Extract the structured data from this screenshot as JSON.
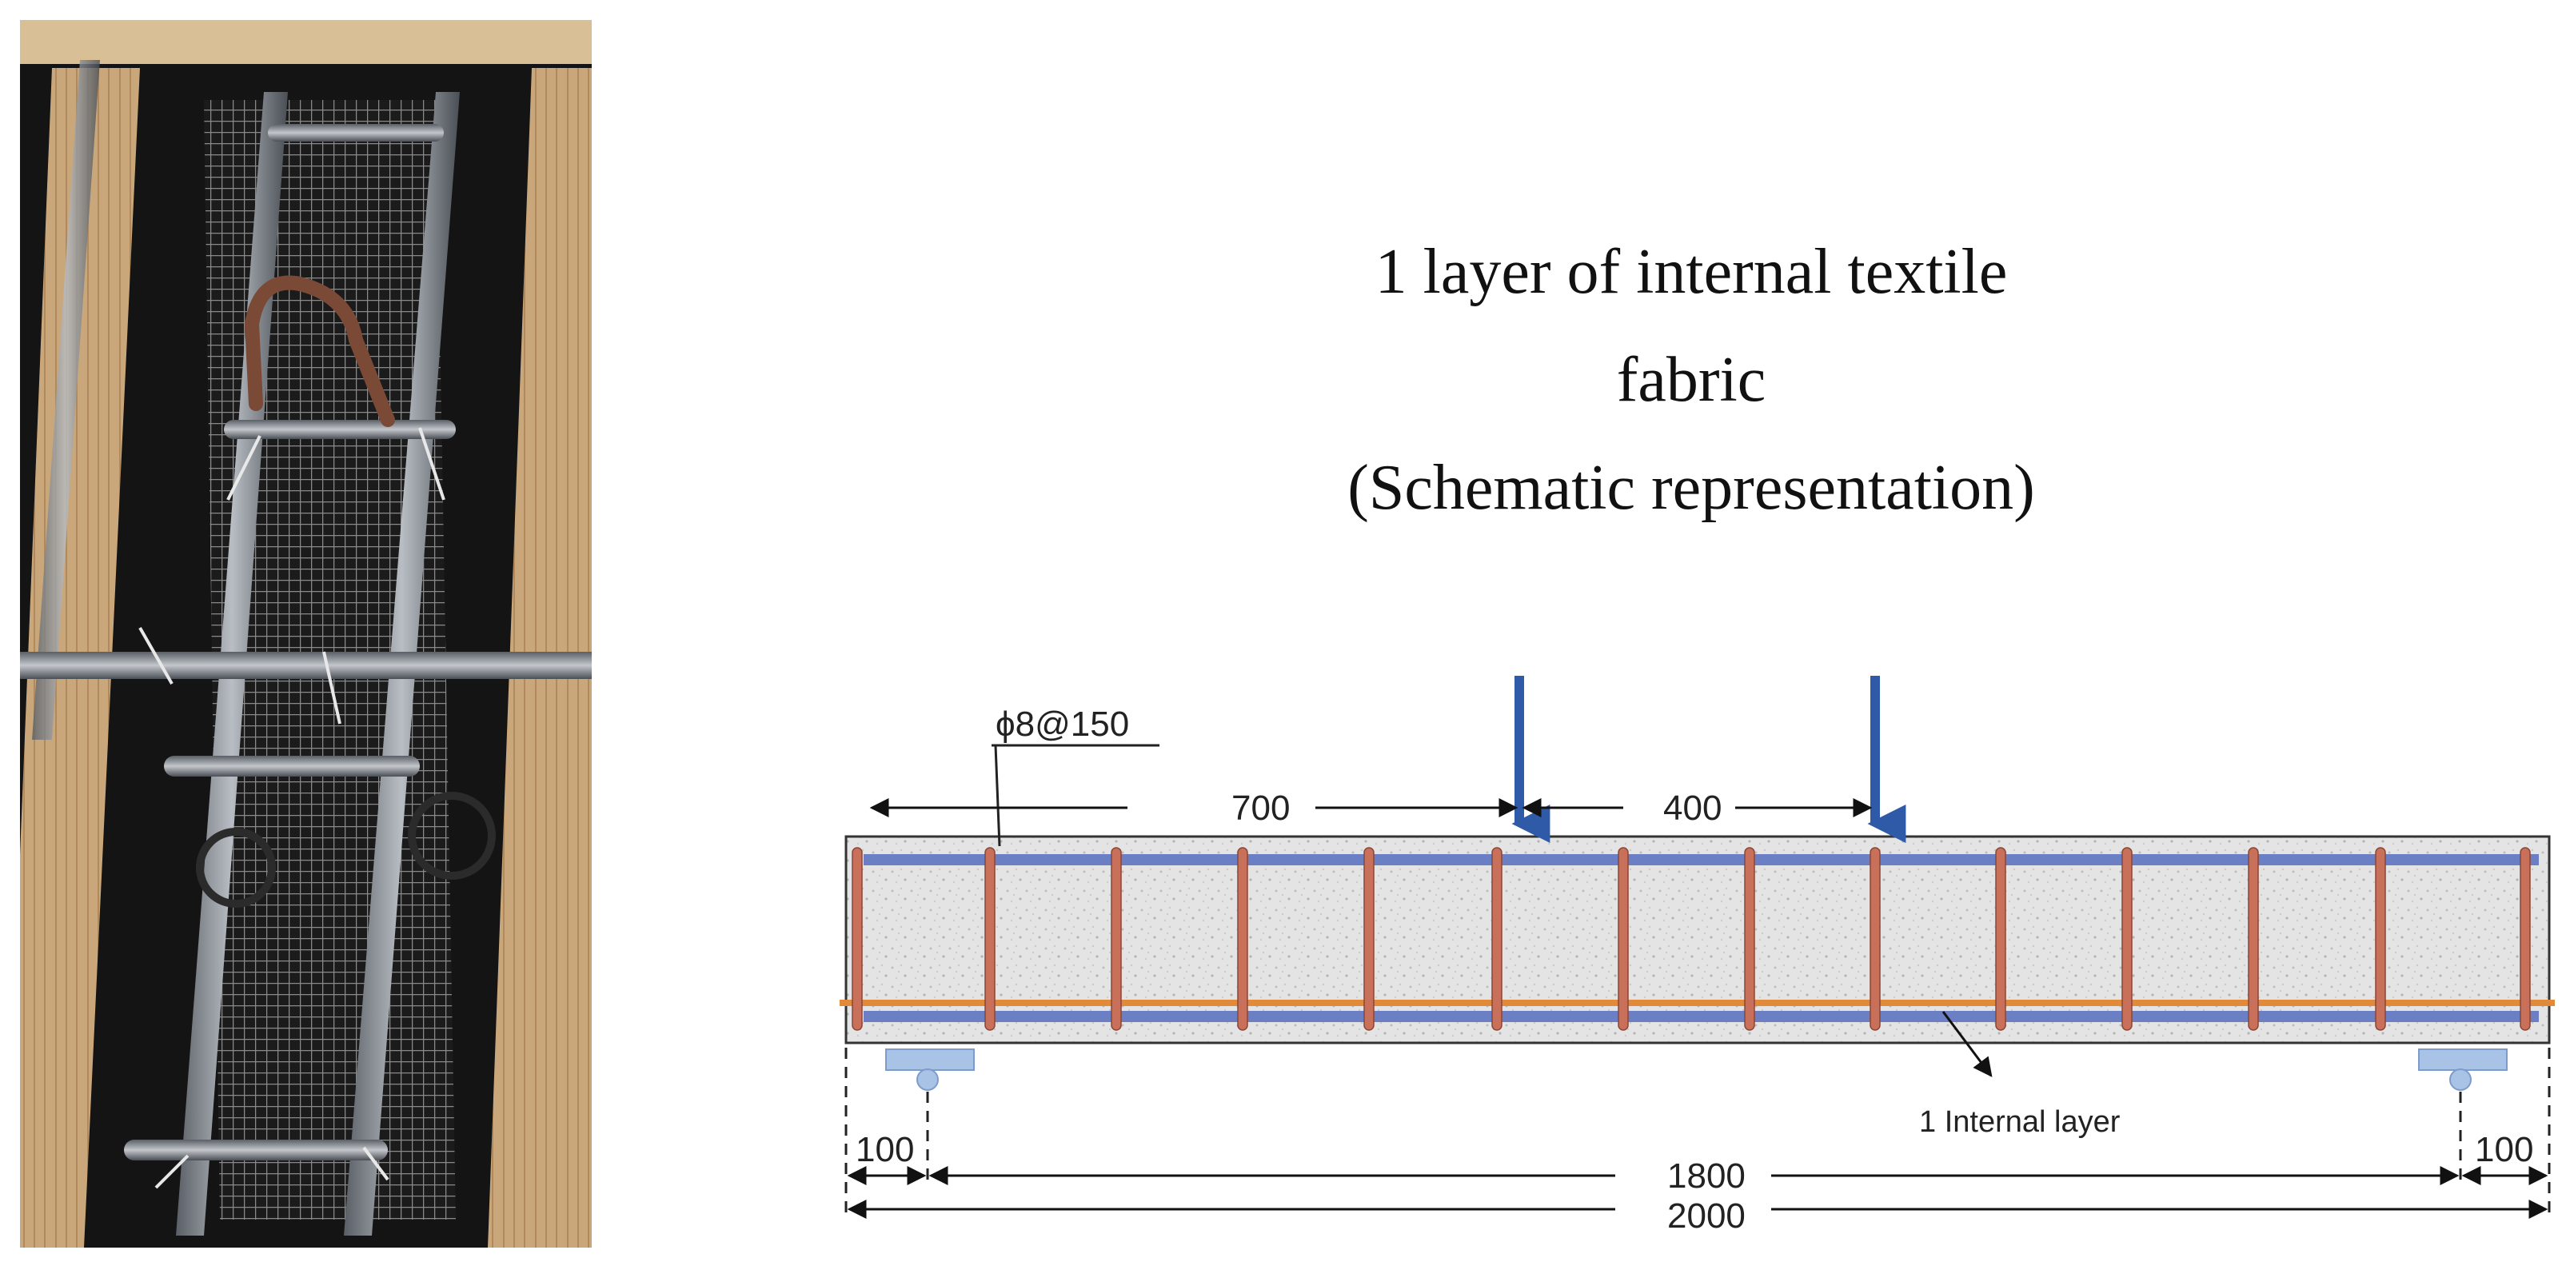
{
  "caption": {
    "line1": "1 layer of internal textile",
    "line2": "fabric",
    "line3": "(Schematic representation)"
  },
  "photo": {
    "icon": "reinforcement-cage-photo-icon"
  },
  "diagram": {
    "stirrup_label": "ϕ8@150",
    "load_spacing_left": "700",
    "load_spacing_mid": "400",
    "internal_layer_label": "1 Internal layer",
    "support_overhang_left": "100",
    "support_overhang_right": "100",
    "span": "1800",
    "total_length": "2000",
    "colors": {
      "load_arrow": "#2e5aa8",
      "longitudinal_bar": "#6b7fc4",
      "stirrup": "#c8705a",
      "textile_layer": "#e08a3a",
      "concrete": "#e3e3e3",
      "support": "#a9c3e6"
    }
  }
}
